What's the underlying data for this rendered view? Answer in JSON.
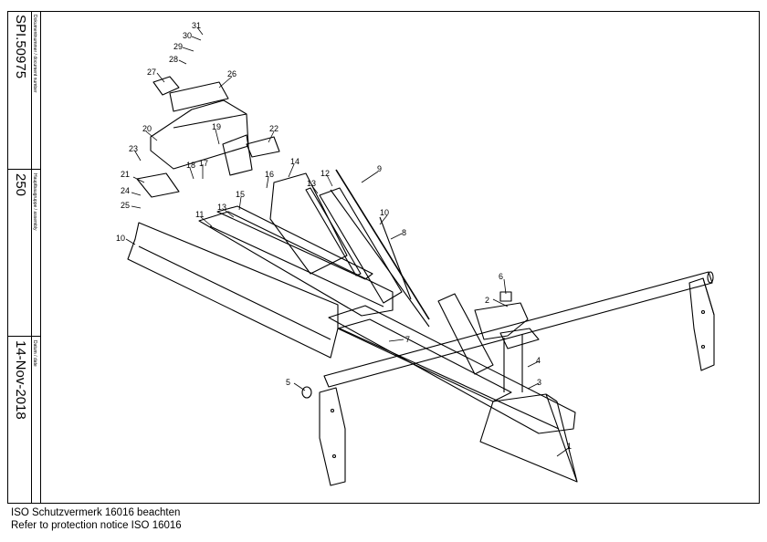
{
  "title_block": {
    "doc_caption": "Dokumentnummer / document number",
    "doc_value": "SPI.50975",
    "assembly_caption": "Hauptbaugruppe / assembly",
    "assembly_value": "250",
    "date_caption": "Datum / date",
    "date_value": "14-Nov-2018"
  },
  "footer": {
    "line1": "ISO Schutzvermerk 16016 beachten",
    "line2": "Refer to protection notice ISO 16016"
  },
  "callouts": {
    "c1": "1",
    "c2": "2",
    "c3": "3",
    "c4": "4",
    "c5": "5",
    "c6": "6",
    "c7": "7",
    "c8": "8",
    "c9": "9",
    "c10a": "10",
    "c10b": "10",
    "c11": "11",
    "c12": "12",
    "c13a": "13",
    "c13b": "13",
    "c14": "14",
    "c15": "15",
    "c16": "16",
    "c17": "17",
    "c18": "18",
    "c19": "19",
    "c20": "20",
    "c21": "21",
    "c22": "22",
    "c23": "23",
    "c24": "24",
    "c25": "25",
    "c26": "26",
    "c27": "27",
    "c28": "28",
    "c29": "29",
    "c30": "30",
    "c31": "31"
  }
}
